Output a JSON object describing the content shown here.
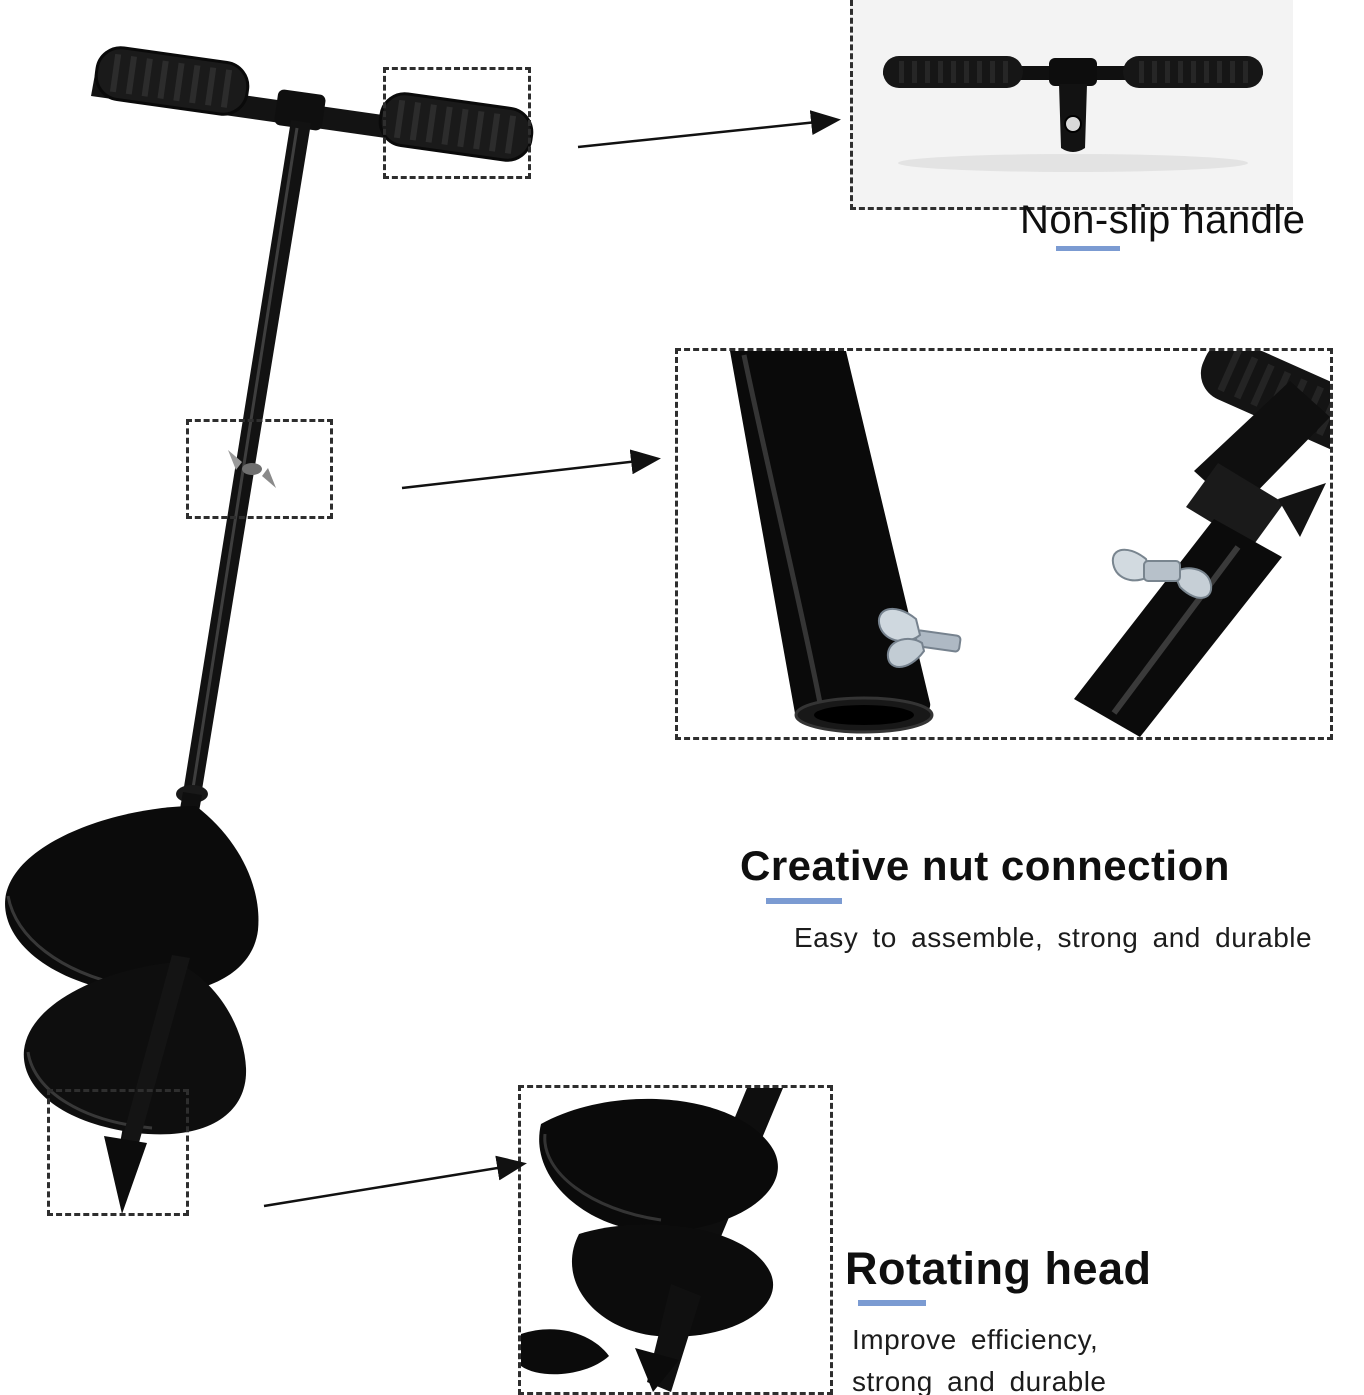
{
  "colors": {
    "accent": "#7b9bd2",
    "text": "#151515",
    "inset_bg": "#f3f3f3"
  },
  "figures": {
    "product": "manual-earth-auger-photo",
    "handle_inset": "t-handle-closeup-photo",
    "nut_inset": "wing-nut-connection-closeup-photo",
    "head_inset": "spiral-auger-head-closeup-photo"
  },
  "callouts": {
    "handle": {
      "title": "Non-slip handle"
    },
    "nut": {
      "title": "Creative nut connection",
      "subtitle": "Easy to assemble, strong and durable"
    },
    "head": {
      "title": "Rotating head",
      "subtitle_line1": "Improve efficiency,",
      "subtitle_line2": "strong and durable"
    }
  }
}
